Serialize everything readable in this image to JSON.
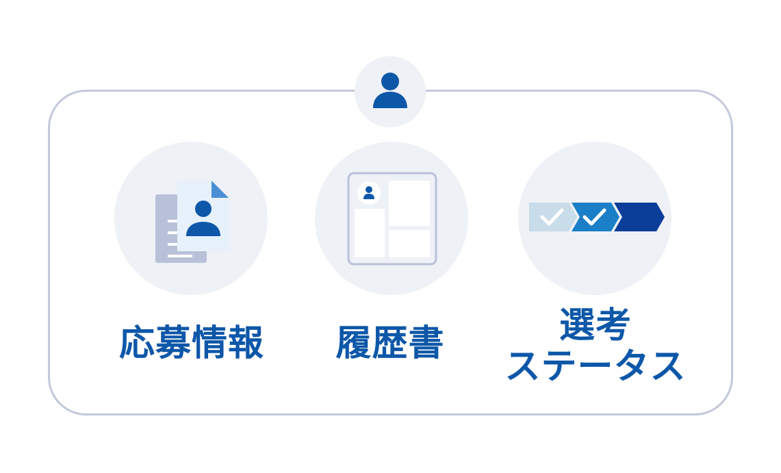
{
  "colors": {
    "frame_border": "#c3c8dc",
    "circle_bg": "#eef1f6",
    "primary_blue": "#0d57a8",
    "light_doc": "#e6f1fb",
    "gray_doc": "#b8c1d8",
    "step_done_light": "#c8dcea",
    "step_done_mid": "#1b7fc7",
    "step_current": "#0a3e98"
  },
  "header": {
    "icon": "user-icon"
  },
  "items": [
    {
      "label": "応募情報",
      "icon": "application-document-icon"
    },
    {
      "label": "履歴書",
      "icon": "resume-layout-icon"
    },
    {
      "label_line1": "選考",
      "label_line2": "ステータス",
      "icon": "selection-status-steps-icon",
      "steps": [
        {
          "state": "done"
        },
        {
          "state": "done"
        },
        {
          "state": "current"
        }
      ]
    }
  ]
}
